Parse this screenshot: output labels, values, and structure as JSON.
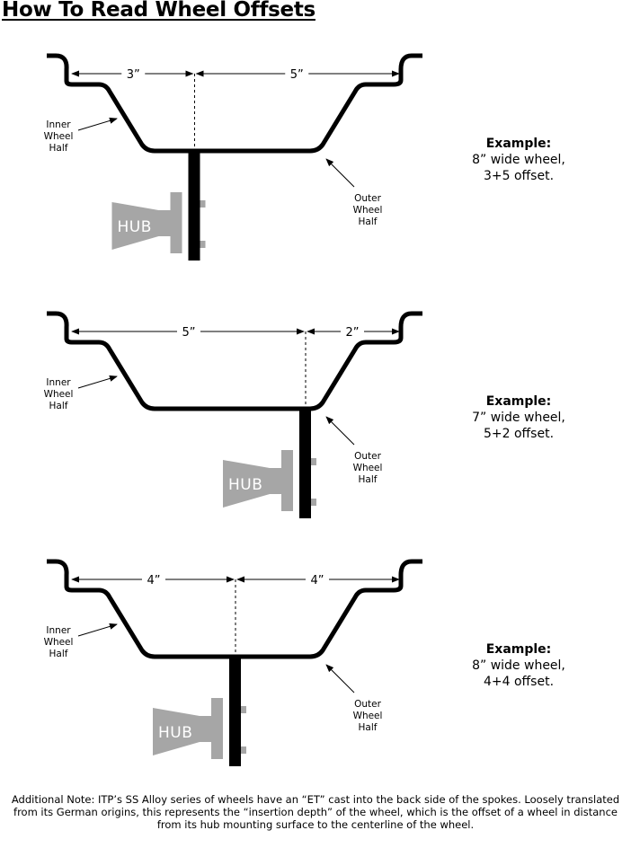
{
  "title": "How To Read Wheel Offsets",
  "labels": {
    "inner": [
      "Inner",
      "Wheel",
      "Half"
    ],
    "outer": [
      "Outer",
      "Wheel",
      "Half"
    ],
    "hub": "HUB",
    "example_heading": "Example:"
  },
  "examples": [
    {
      "back_spacing": "3”",
      "front_spacing": "5”",
      "example_line1": "8” wide wheel,",
      "example_line2": "3+5 offset.",
      "back_in": 3,
      "front_in": 5
    },
    {
      "back_spacing": "5”",
      "front_spacing": "2”",
      "example_line1": "7” wide wheel,",
      "example_line2": "5+2 offset.",
      "back_in": 5,
      "front_in": 2
    },
    {
      "back_spacing": "4”",
      "front_spacing": "4”",
      "example_line1": "8” wide wheel,",
      "example_line2": "4+4 offset.",
      "back_in": 4,
      "front_in": 4
    }
  ],
  "note": "Additional Note: ITP’s SS Alloy series of wheels have an “ET” cast into the back side of the spokes. Loosely translated from its German origins, this represents the “insertion depth” of the wheel, which is the offset of a wheel in distance from its hub mounting surface to the centerline of the wheel.",
  "colors": {
    "rim": "#000000",
    "hub": "#a6a6a6",
    "hub_text": "#ffffff"
  }
}
